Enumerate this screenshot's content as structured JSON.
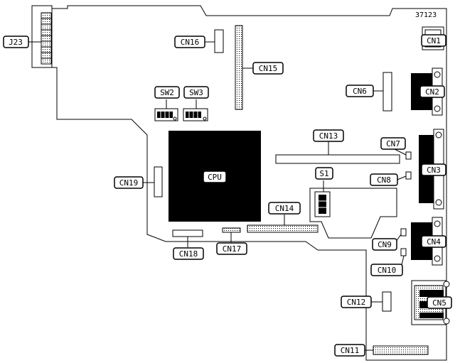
{
  "diagram": {
    "part_number": "37123",
    "labels": {
      "j23": "J23",
      "cn1": "CN1",
      "cn2": "CN2",
      "cn3": "CN3",
      "cn4": "CN4",
      "cn5": "CN5",
      "cn6": "CN6",
      "cn7": "CN7",
      "cn8": "CN8",
      "cn9": "CN9",
      "cn10": "CN10",
      "cn11": "CN11",
      "cn12": "CN12",
      "cn13": "CN13",
      "cn14": "CN14",
      "cn15": "CN15",
      "cn16": "CN16",
      "cn17": "CN17",
      "cn18": "CN18",
      "cn19": "CN19",
      "sw2": "SW2",
      "sw3": "SW3",
      "s1": "S1",
      "cpu": "CPU"
    }
  }
}
